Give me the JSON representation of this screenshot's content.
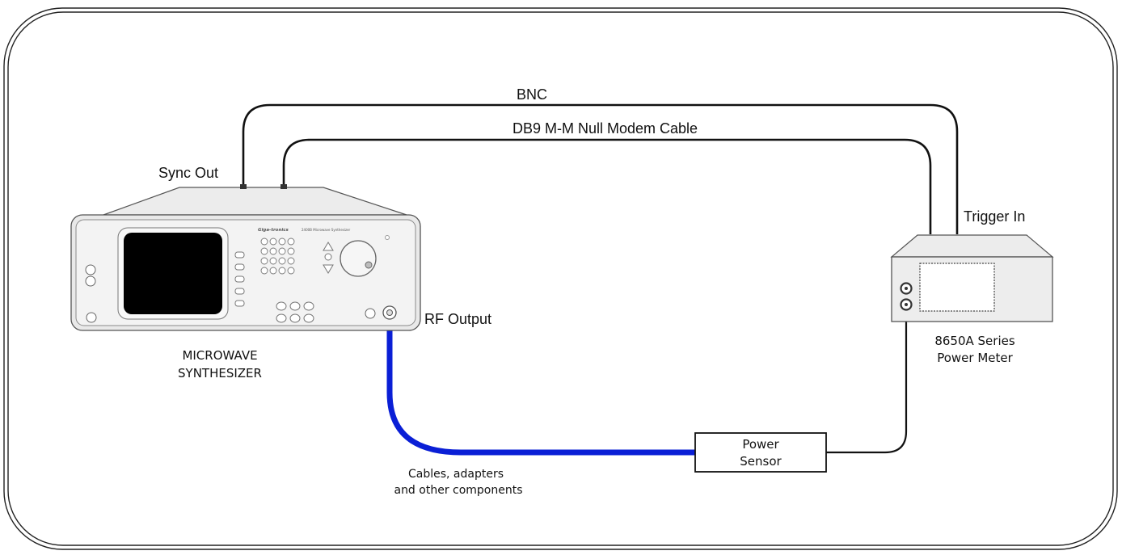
{
  "diagram": {
    "cables": {
      "bnc": "BNC",
      "db9": "DB9 M-M Null Modem Cable",
      "rf_path_line1": "Cables, adapters",
      "rf_path_line2": "and other components"
    },
    "ports": {
      "sync_out": "Sync Out",
      "trigger_in": "Trigger In",
      "rf_output": "RF Output"
    },
    "devices": {
      "synthesizer_line1": "MICROWAVE",
      "synthesizer_line2": "SYNTHESIZER",
      "synthesizer_brand": "Giga-tronics",
      "synthesizer_model": "2400B Microwave Synthesizer",
      "power_meter_line1": "8650A Series",
      "power_meter_line2": "Power Meter",
      "sensor_line1": "Power",
      "sensor_line2": "Sensor"
    },
    "colors": {
      "rf_cable": "#0a1fd6",
      "wire": "#111111",
      "frame": "#222222"
    }
  }
}
